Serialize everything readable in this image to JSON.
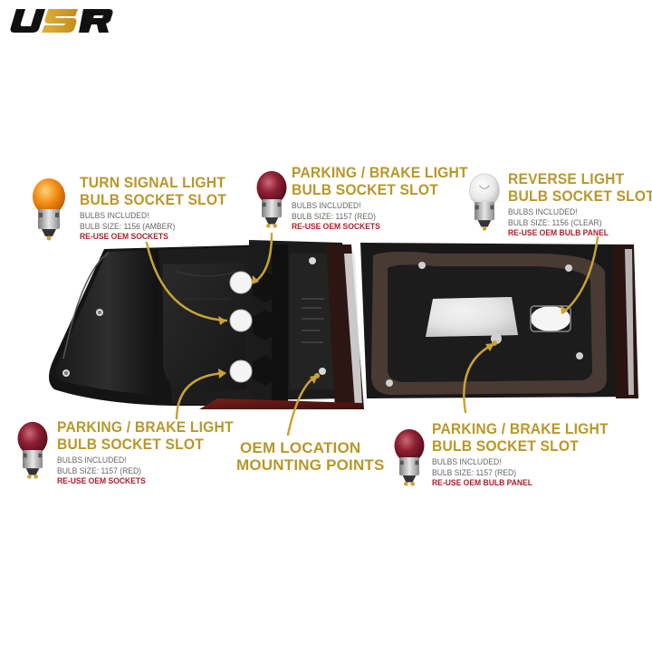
{
  "brand": {
    "logo_text": "USR"
  },
  "colors": {
    "accent_gold": "#b8972a",
    "note_red": "#b01e2a",
    "text_gray": "#666666"
  },
  "callouts": [
    {
      "id": "turn-signal",
      "title_line1": "TURN SIGNAL LIGHT",
      "title_line2": "BULB SOCKET SLOT",
      "note1": "BULBS INCLUDED!",
      "note2": "BULB SIZE: 1156 (AMBER)",
      "note3": "RE-USE OEM SOCKETS",
      "bulb": "amber-bulb-icon"
    },
    {
      "id": "parking-top",
      "title_line1": "PARKING / BRAKE LIGHT",
      "title_line2": "BULB SOCKET SLOT",
      "note1": "BULBS INCLUDED!",
      "note2": "BULB SIZE: 1157 (RED)",
      "note3": "RE-USE OEM SOCKETS",
      "bulb": "red-bulb-icon"
    },
    {
      "id": "reverse",
      "title_line1": "REVERSE LIGHT",
      "title_line2": "BULB SOCKET SLOT",
      "note1": "BULBS INCLUDED!",
      "note2": "BULB SIZE: 1156 (CLEAR)",
      "note3": "RE-USE OEM BULB PANEL",
      "bulb": "clear-bulb-icon"
    },
    {
      "id": "parking-left",
      "title_line1": "PARKING / BRAKE LIGHT",
      "title_line2": "BULB SOCKET SLOT",
      "note1": "BULBS INCLUDED!",
      "note2": "BULB SIZE: 1157 (RED)",
      "note3": "RE-USE OEM SOCKETS",
      "bulb": "red-bulb-icon"
    },
    {
      "id": "parking-right",
      "title_line1": "PARKING / BRAKE LIGHT",
      "title_line2": "BULB SOCKET SLOT",
      "note1": "BULBS INCLUDED!",
      "note2": "BULB SIZE: 1157 (RED)",
      "note3": "RE-USE OEM BULB PANEL",
      "bulb": "red-bulb-icon"
    }
  ],
  "oem": {
    "line1": "OEM LOCATION",
    "line2": "MOUNTING POINTS"
  }
}
